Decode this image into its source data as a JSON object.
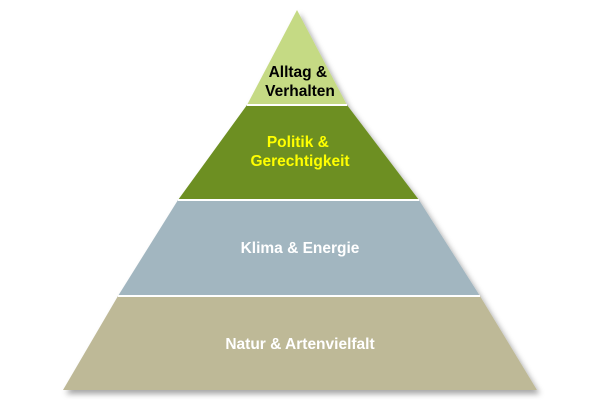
{
  "diagram": {
    "levels": [
      {
        "id": "alltag",
        "lines": [
          "Alltag &",
          "Verhalten"
        ],
        "fill": "#c5da84",
        "text_color": "#000000"
      },
      {
        "id": "politik",
        "lines": [
          "Politik &",
          "Gerechtigkeit"
        ],
        "fill": "#6d8f22",
        "text_color": "#ffff00"
      },
      {
        "id": "klima",
        "lines": [
          "Klima & Energie"
        ],
        "fill": "#a2b6c0",
        "text_color": "#ffffff"
      },
      {
        "id": "natur",
        "lines": [
          "Natur & Artenvielfalt"
        ],
        "fill": "#beb997",
        "text_color": "#ffffff"
      }
    ]
  }
}
